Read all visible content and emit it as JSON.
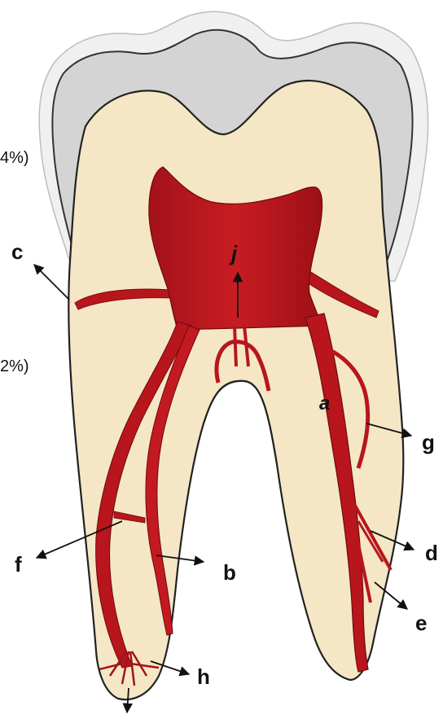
{
  "labels": {
    "a": "a",
    "b": "b",
    "c": "c",
    "d": "d",
    "e": "e",
    "f": "f",
    "g": "g",
    "h": "h",
    "j": "j"
  },
  "partial_text": {
    "upper": "4%)",
    "lower": "2%)"
  },
  "colors": {
    "enamel": "#d9d9d9",
    "enamel_outer": "#f2f2f2",
    "dentin": "#f5e7c5",
    "pulp": "#b8161c",
    "pulp_highlight": "#d9363b",
    "outline": "#222222"
  }
}
